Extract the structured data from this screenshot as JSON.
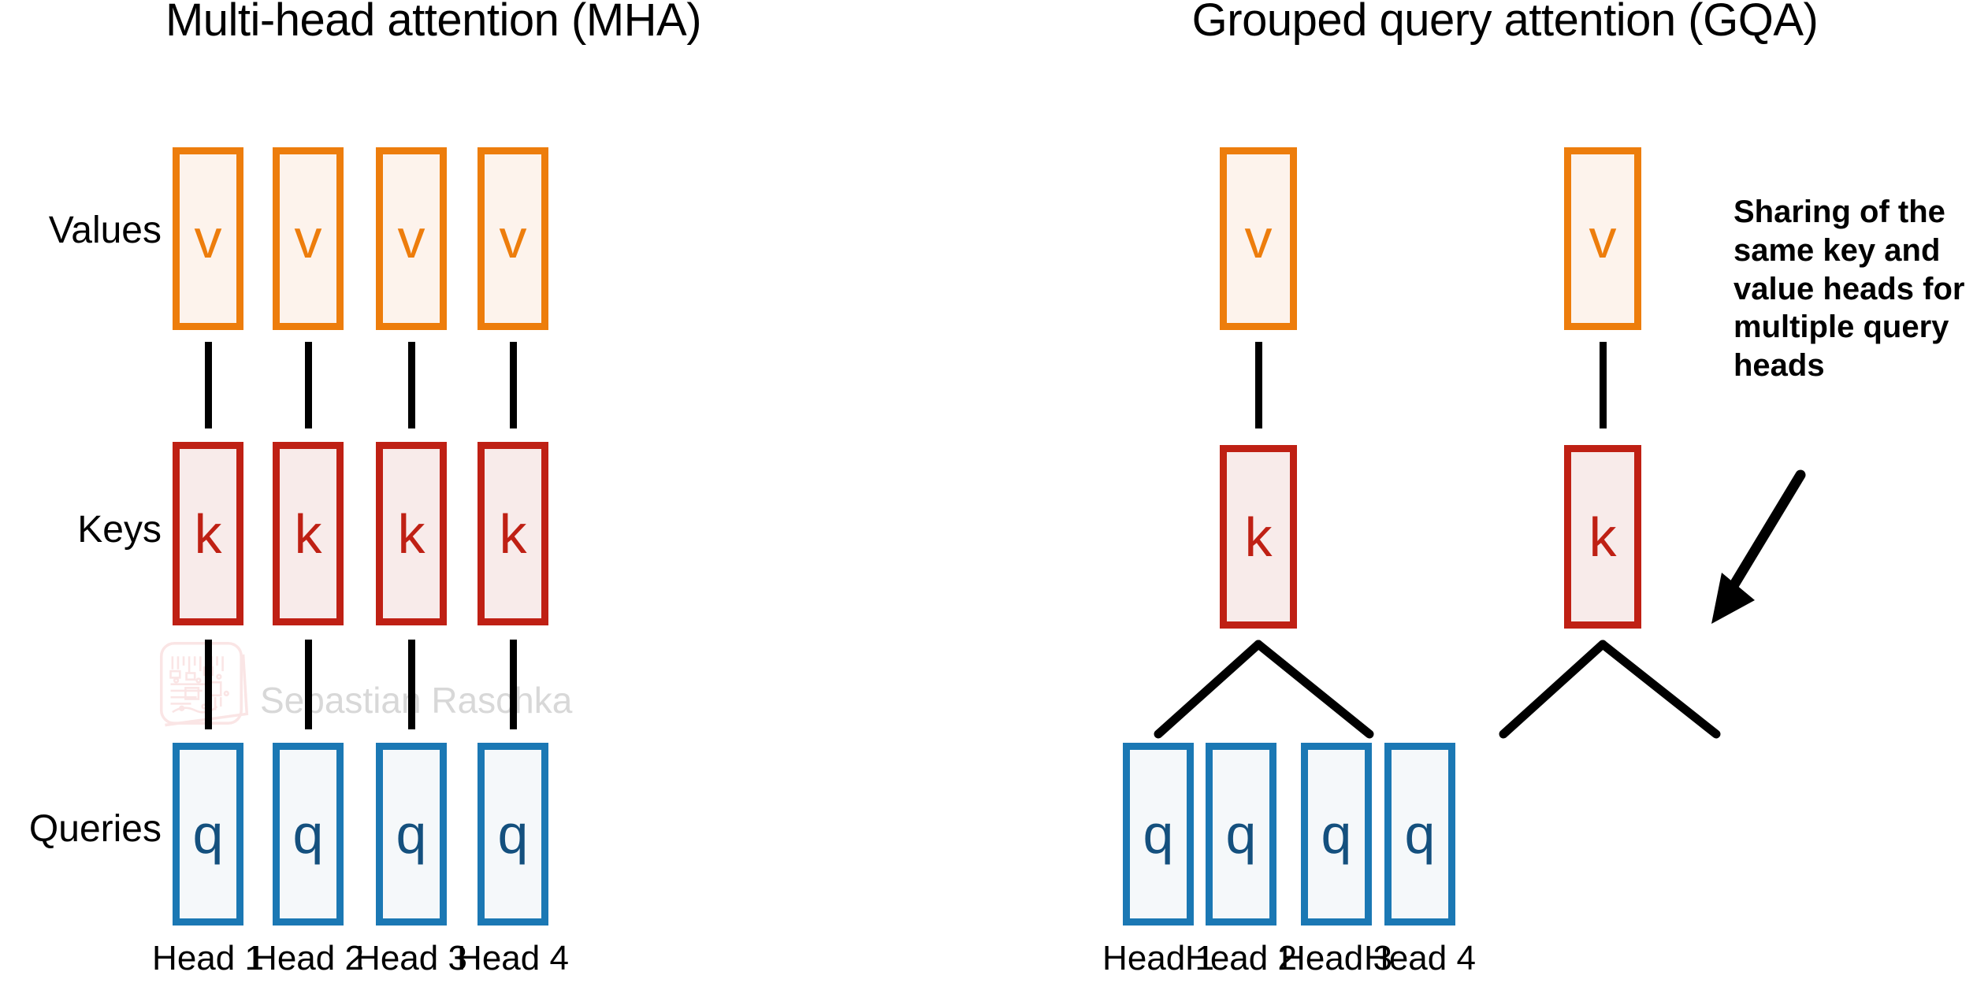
{
  "diagram": {
    "panels": [
      {
        "id": "mha",
        "title": "Multi-head attention (MHA)",
        "heads": [
          "Head 1",
          "Head 2",
          "Head 3",
          "Head 4"
        ],
        "value_boxes": [
          "v",
          "v",
          "v",
          "v"
        ],
        "key_boxes": [
          "k",
          "k",
          "k",
          "k"
        ],
        "query_boxes": [
          "q",
          "q",
          "q",
          "q"
        ]
      },
      {
        "id": "gqa",
        "title": "Grouped query attention (GQA)",
        "heads": [
          "Head 1",
          "Head 2",
          "Head 3",
          "Head 4"
        ],
        "value_boxes": [
          "v",
          "v"
        ],
        "key_boxes": [
          "k",
          "k"
        ],
        "query_boxes": [
          "q",
          "q",
          "q",
          "q"
        ]
      }
    ],
    "row_labels": {
      "values": "Values",
      "keys": "Keys",
      "queries": "Queries"
    },
    "annotation": {
      "lines": [
        "Sharing of the",
        "same key and",
        "value heads for",
        "multiple query",
        "heads"
      ],
      "arrow": "annotation-arrow"
    },
    "watermark": {
      "text": "Sebastian Raschka",
      "logo": "circuit-chip-icon"
    },
    "colors": {
      "value_border": "#ED7D0C",
      "value_fill": "#FDF3EC",
      "key_border": "#BF2014",
      "key_fill": "#F8EBEA",
      "query_border": "#1B78B4",
      "query_fill": "#F5F8FA",
      "query_text": "#14507E",
      "connector": "#000000",
      "background": "#FFFFFF"
    }
  }
}
